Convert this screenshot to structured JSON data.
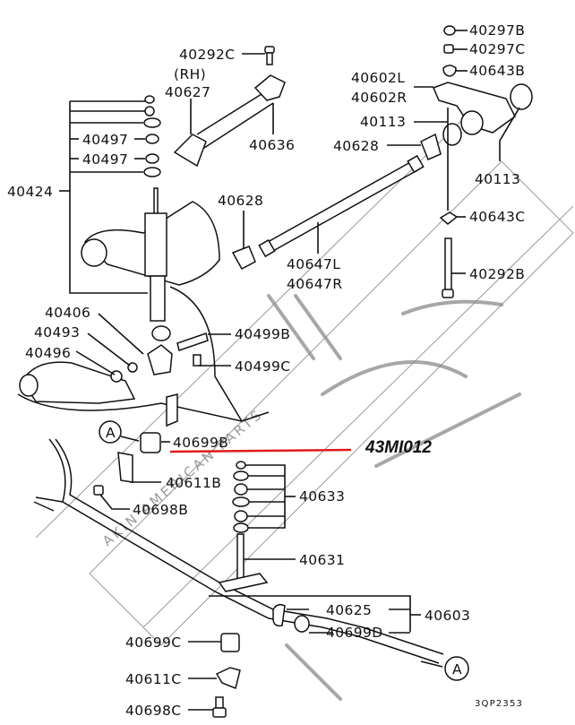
{
  "diagram": {
    "type": "exploded parts diagram",
    "subject": "Front suspension: shock absorber, upper arm, torsion bar, stabilizer bar",
    "figure_code": "3QP2353",
    "side_note": "(RH)",
    "reference_callout": "43MI012",
    "accent_color": "#e01b1b",
    "watermark_text": "AKIN AMERICAN PARTS",
    "callout_marker": "A",
    "labels": {
      "p40292C": "40292C",
      "p40627": "40627",
      "p40636": "40636",
      "p40297B": "40297B",
      "p40297C": "40297C",
      "p40643B": "40643B",
      "p40602L": "40602L",
      "p40602R": "40602R",
      "p40113a": "40113",
      "p40113b": "40113",
      "p40628a": "40628",
      "p40628b": "40628",
      "p40497a": "40497",
      "p40497b": "40497",
      "p40424": "40424",
      "p40643C": "40643C",
      "p40647L": "40647L",
      "p40647R": "40647R",
      "p40292B": "40292B",
      "p40406": "40406",
      "p40493": "40493",
      "p40496": "40496",
      "p40499B": "40499B",
      "p40499C": "40499C",
      "p40699B": "40699B",
      "p40611B": "40611B",
      "p40698B": "40698B",
      "p40633": "40633",
      "p40631": "40631",
      "p40625": "40625",
      "p40603": "40603",
      "p40699D": "40699D",
      "p40699C": "40699C",
      "p40611C": "40611C",
      "p40698C": "40698C"
    }
  }
}
